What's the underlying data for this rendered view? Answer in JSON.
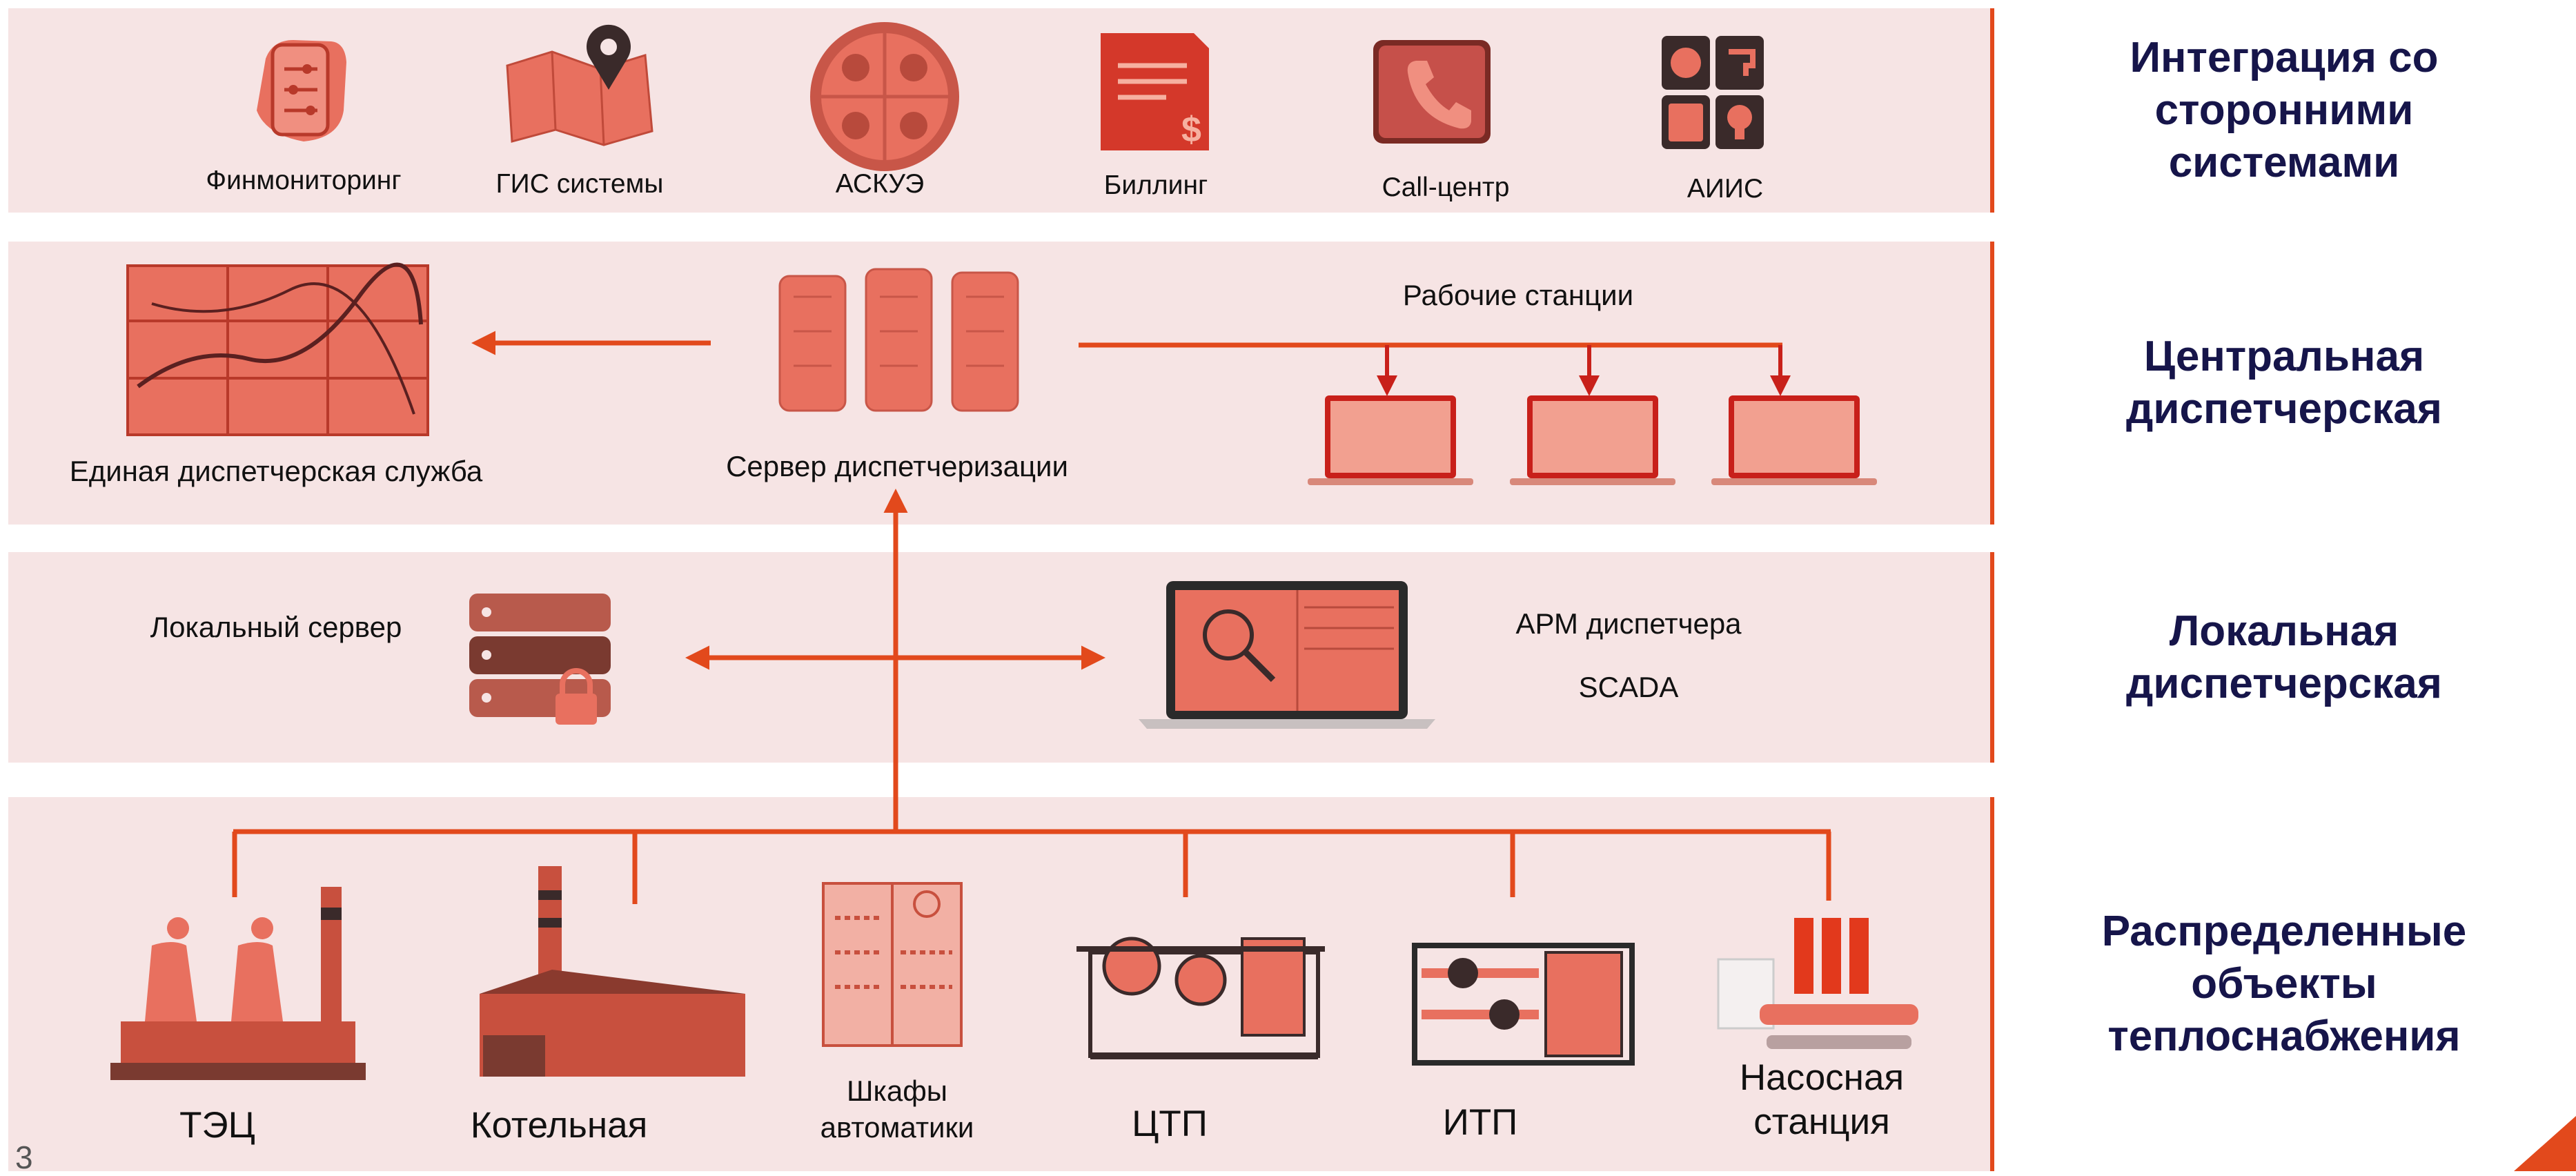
{
  "layers": [
    {
      "title": "Интеграция со\nсторонними\nсистемами"
    },
    {
      "title": "Центральная\nдиспетчерская"
    },
    {
      "title": "Локальная\nдиспетчерская"
    },
    {
      "title": "Распределенные\nобъекты\nтеплоснабжения"
    }
  ],
  "integration": {
    "items": [
      {
        "label": "Финмониторинг",
        "icon": "phone-in-hand-icon"
      },
      {
        "label": "ГИС системы",
        "icon": "map-pin-icon"
      },
      {
        "label": "АСКУЭ",
        "icon": "meter-dial-icon"
      },
      {
        "label": "Биллинг",
        "icon": "invoice-dollar-icon"
      },
      {
        "label": "Call-центр",
        "icon": "telephone-icon"
      },
      {
        "label": "АИИС",
        "icon": "utility-tiles-icon"
      }
    ]
  },
  "central": {
    "eds_label": "Единая диспетчерская служба",
    "server_label": "Сервер диспетчеризации",
    "workstations_label": "Рабочие станции"
  },
  "local": {
    "server_label": "Локальный сервер",
    "arm_label": "АРМ диспетчера",
    "scada_label": "SCADA"
  },
  "objects": {
    "items": [
      {
        "label": "ТЭЦ",
        "icon": "power-plant-icon"
      },
      {
        "label": "Котельная",
        "icon": "boiler-house-icon"
      },
      {
        "label": "Шкафы\nавтоматики",
        "icon": "control-cabinet-icon"
      },
      {
        "label": "ЦТП",
        "icon": "central-heat-point-icon"
      },
      {
        "label": "ИТП",
        "icon": "individual-heat-point-icon"
      },
      {
        "label": "Насосная\nстанция",
        "icon": "pump-station-icon"
      }
    ]
  },
  "page_number": "3",
  "colors": {
    "accent": "#e2491c",
    "icon": "#e8705f",
    "band": "#f6e4e4",
    "title": "#16154a"
  }
}
